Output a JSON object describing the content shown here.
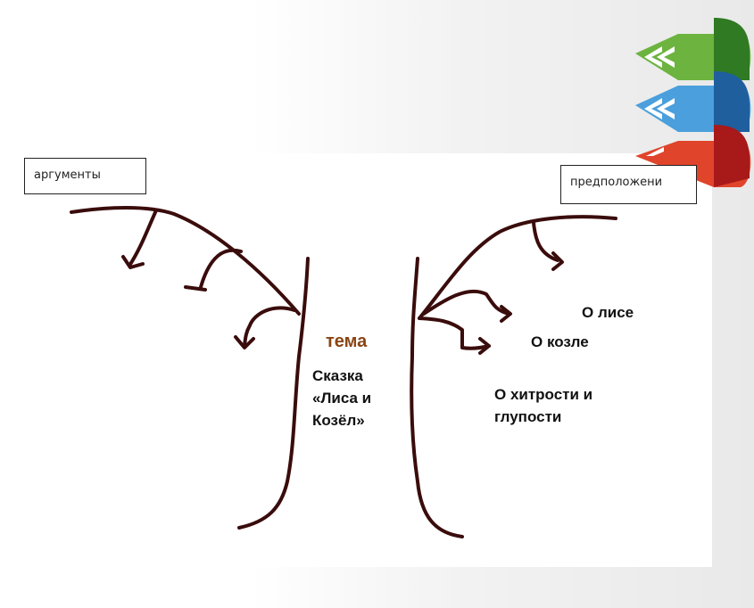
{
  "diagram": {
    "left_box": "аргументы",
    "right_box": "предположени",
    "topic": "тема",
    "story_title": "Сказка «Лиса и Козёл»",
    "assumptions": [
      "О лисе",
      "О козле",
      "О хитрости и глупости"
    ]
  },
  "colors": {
    "branch": "#3a0c0c",
    "topic": "#8a4513",
    "tab_green": "#7cc242",
    "tab_blue": "#4a9fdc",
    "tab_red": "#e0442b"
  },
  "icons": [
    "double-chevron-left-icon",
    "double-chevron-left-icon",
    "double-chevron-left-icon"
  ]
}
